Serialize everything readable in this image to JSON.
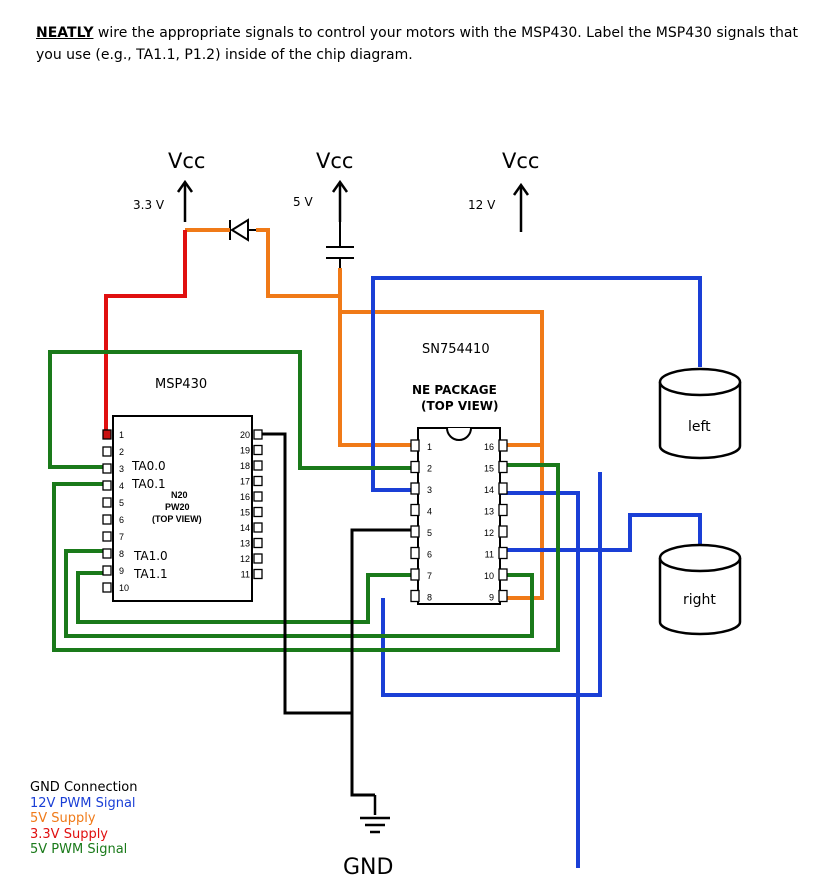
{
  "instructions": {
    "emphasis": "NEATLY",
    "text": " wire the appropriate signals to control your motors with the MSP430.  Label the MSP430 signals that you use (e.g., TA1.1, P1.2) inside of the chip diagram."
  },
  "supplies": [
    {
      "top": "Vcc",
      "voltage": "3.3 V"
    },
    {
      "top": "Vcc",
      "voltage": "5 V"
    },
    {
      "top": "Vcc",
      "voltage": "12 V"
    }
  ],
  "msp430": {
    "title": "MSP430",
    "package": [
      "N20",
      "PW20",
      "(TOP VIEW)"
    ],
    "left_pins": [
      "1",
      "2",
      "3",
      "4",
      "5",
      "6",
      "7",
      "8",
      "9",
      "10"
    ],
    "right_pins": [
      "20",
      "19",
      "18",
      "17",
      "16",
      "15",
      "14",
      "13",
      "12",
      "11"
    ],
    "signals": {
      "pin3": "TA0.0",
      "pin4": "TA0.1",
      "pin8": "TA1.0",
      "pin9": "TA1.1"
    }
  },
  "driver": {
    "title": "SN754410",
    "package": [
      "NE PACKAGE",
      "(TOP VIEW)"
    ],
    "left_pins": [
      "1",
      "2",
      "3",
      "4",
      "5",
      "6",
      "7",
      "8"
    ],
    "right_pins": [
      "16",
      "15",
      "14",
      "13",
      "12",
      "11",
      "10",
      "9"
    ]
  },
  "motors": {
    "left": "left",
    "right": "right"
  },
  "ground": "GND",
  "legend": [
    {
      "label": "GND Connection",
      "color": "#000000"
    },
    {
      "label": "12V PWM Signal",
      "color": "#1a3fd6"
    },
    {
      "label": "5V Supply",
      "color": "#f07a18"
    },
    {
      "label": "3.3V Supply",
      "color": "#e01010"
    },
    {
      "label": "5V PWM Signal",
      "color": "#1a7a1a"
    }
  ],
  "wire_colors": {
    "gnd": "#000000",
    "pwm12": "#1a3fd6",
    "supply5": "#f07a18",
    "supply33": "#e01010",
    "pwm5": "#1a7a1a"
  }
}
